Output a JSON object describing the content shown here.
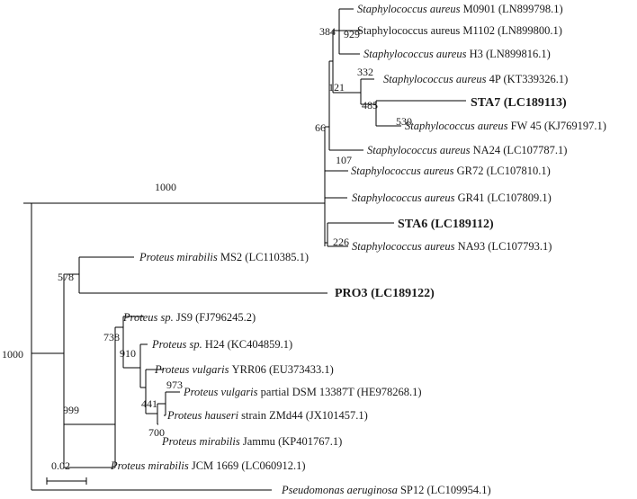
{
  "tree": {
    "type": "phylogenetic-tree",
    "scale_bar": {
      "label": "0.02",
      "value": 0.02
    },
    "leaves": [
      {
        "id": "m0901",
        "taxon": "Staphylococcus aureus",
        "strain": "M0901",
        "accession": "(LN899798.1)",
        "italic": true,
        "bold": false
      },
      {
        "id": "m1102",
        "taxon": "",
        "strain": "Staphylococcus aureus M1102",
        "accession": "(LN899800.1)",
        "italic": false,
        "bold": false
      },
      {
        "id": "h3",
        "taxon": "Staphylococcus aureus",
        "strain": "H3",
        "accession": "(LN899816.1)",
        "italic": true,
        "bold": false
      },
      {
        "id": "4p",
        "taxon": "Staphylococcus aureus",
        "strain": "4P",
        "accession": "(KT339326.1)",
        "italic": true,
        "bold": false
      },
      {
        "id": "sta7",
        "taxon": "",
        "strain": "STA7",
        "accession": "(LC189113)",
        "italic": false,
        "bold": true
      },
      {
        "id": "fw45",
        "taxon": "Staphylococcus aureus",
        "strain": "FW 45",
        "accession": "(KJ769197.1)",
        "italic": true,
        "bold": false
      },
      {
        "id": "na24",
        "taxon": "Staphylococcus aureus",
        "strain": "NA24",
        "accession": "(LC107787.1)",
        "italic": true,
        "bold": false
      },
      {
        "id": "gr72",
        "taxon": "Staphylococcus aureus",
        "strain": "GR72",
        "accession": "(LC107810.1)",
        "italic": true,
        "bold": false
      },
      {
        "id": "gr41",
        "taxon": "Staphylococcus aureus",
        "strain": "GR41",
        "accession": "(LC107809.1)",
        "italic": true,
        "bold": false
      },
      {
        "id": "sta6",
        "taxon": "",
        "strain": "STA6",
        "accession": "(LC189112)",
        "italic": false,
        "bold": true
      },
      {
        "id": "na93",
        "taxon": "Staphylococcus aureus",
        "strain": "NA93",
        "accession": "(LC107793.1)",
        "italic": true,
        "bold": false
      },
      {
        "id": "ms2",
        "taxon": "Proteus mirabilis",
        "strain": "MS2",
        "accession": "(LC110385.1)",
        "italic": true,
        "bold": false
      },
      {
        "id": "pro3",
        "taxon": "",
        "strain": "PRO3",
        "accession": "(LC189122)",
        "italic": false,
        "bold": true
      },
      {
        "id": "js9",
        "taxon": "Proteus sp.",
        "strain": "JS9",
        "accession": "(FJ796245.2)",
        "italic": true,
        "bold": false
      },
      {
        "id": "h24",
        "taxon": "Proteus sp.",
        "strain": "H24",
        "accession": "(KC404859.1)",
        "italic": true,
        "bold": false
      },
      {
        "id": "yrr06",
        "taxon": "Proteus vulgaris",
        "strain": "YRR06",
        "accession": "(EU373433.1)",
        "italic": true,
        "bold": false
      },
      {
        "id": "dsm13387t",
        "taxon": "Proteus vulgaris",
        "strain": "partial DSM 13387T",
        "accession": "(HE978268.1)",
        "italic": true,
        "bold": false
      },
      {
        "id": "zmd44",
        "taxon": "Proteus hauseri",
        "strain": "strain ZMd44",
        "accession": "(JX101457.1)",
        "italic": true,
        "bold": false
      },
      {
        "id": "jammu",
        "taxon": "Proteus mirabilis",
        "strain": "Jammu",
        "accession": "(KP401767.1)",
        "italic": true,
        "bold": false
      },
      {
        "id": "jcm1669",
        "taxon": "Proteus mirabilis",
        "strain": "JCM 1669",
        "accession": "(LC060912.1)",
        "italic": true,
        "bold": false
      },
      {
        "id": "sp12",
        "taxon": "Pseudomonas aeruginosa",
        "strain": "SP12",
        "accession": "(LC109954.1)",
        "italic": true,
        "bold": false
      }
    ],
    "bootstrap_values": [
      {
        "id": "b1000_root",
        "value": "1000"
      },
      {
        "id": "b1000_staph",
        "value": "1000"
      },
      {
        "id": "b66",
        "value": "66"
      },
      {
        "id": "b384",
        "value": "384"
      },
      {
        "id": "b929",
        "value": "929"
      },
      {
        "id": "b332",
        "value": "332"
      },
      {
        "id": "b121",
        "value": "121"
      },
      {
        "id": "b485",
        "value": "485"
      },
      {
        "id": "b530",
        "value": "530"
      },
      {
        "id": "b107",
        "value": "107"
      },
      {
        "id": "b226",
        "value": "226"
      },
      {
        "id": "b578",
        "value": "578"
      },
      {
        "id": "b999",
        "value": "999"
      },
      {
        "id": "b738",
        "value": "738"
      },
      {
        "id": "b910",
        "value": "910"
      },
      {
        "id": "b973",
        "value": "973"
      },
      {
        "id": "b441",
        "value": "441"
      },
      {
        "id": "b700",
        "value": "700"
      }
    ]
  }
}
